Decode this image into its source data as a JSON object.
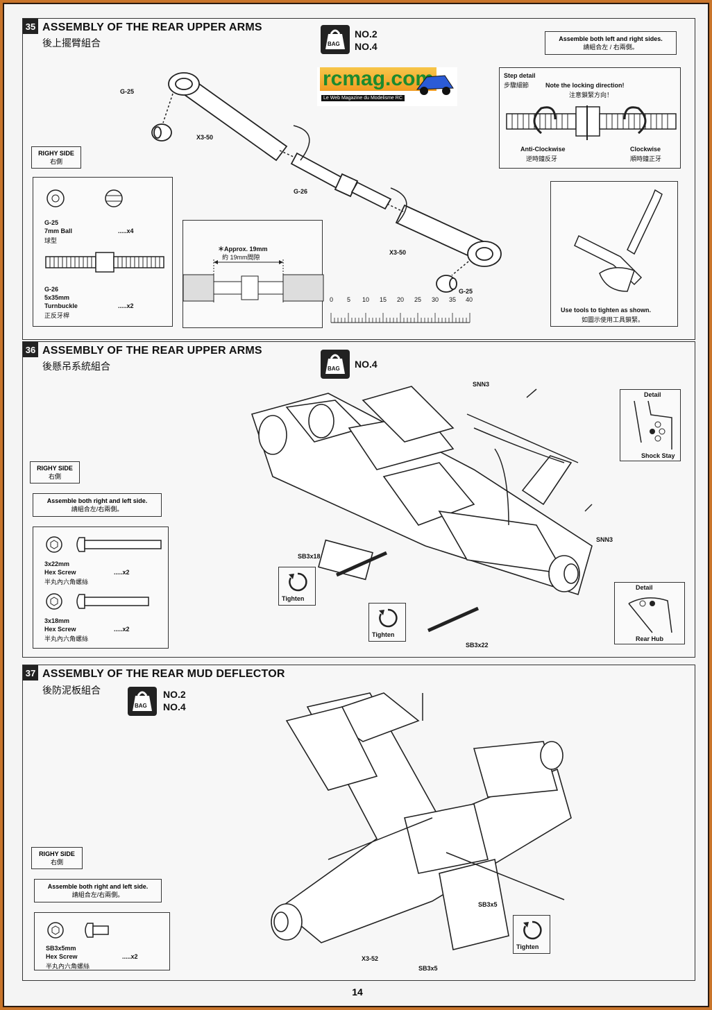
{
  "logo": {
    "brand": "rcmag.com",
    "tagline": "Le Web Magazine du Modelisme RC"
  },
  "page_number": "14",
  "sections": [
    {
      "number": "35",
      "title": "ASSEMBLY OF THE REAR UPPER ARMS",
      "subtitle": "後上擺臂組合",
      "bag_label": "BAG",
      "bags": [
        "NO.2",
        "NO.4"
      ],
      "note": {
        "en": "Assemble both left and right sides.",
        "zh": "請組合左 / 右兩側。"
      },
      "side": {
        "en": "RIGHY SIDE",
        "zh": "右側"
      },
      "parts": [
        {
          "code": "G-25",
          "name": "7mm Ball",
          "zh": "球型",
          "qty": ".....x4"
        },
        {
          "code": "G-26",
          "size": "5x35mm",
          "name": "Turnbuckle",
          "zh": "正反牙桿",
          "qty": ".....x2"
        }
      ],
      "callouts": {
        "g25": "G-25",
        "x350": "X3-50",
        "g26": "G-26",
        "x350b": "X3-50",
        "g25b": "G-25"
      },
      "gap": {
        "en": "＊Approx. 19mm",
        "zh": "約 19mm間隙"
      },
      "ruler_ticks": [
        "0",
        "5",
        "10",
        "15",
        "20",
        "25",
        "30",
        "35",
        "40"
      ],
      "step_detail": {
        "en": "Step detail",
        "zh": "步驟細節",
        "lock_en": "Note the locking direction!",
        "lock_zh": "注意鎖緊方向！",
        "anti_en": "Anti-Clockwise",
        "anti_zh": "逆時鐘反牙",
        "clock_en": "Clockwise",
        "clock_zh": "順時鐘正牙"
      },
      "tools": {
        "en": "Use tools to tighten as shown.",
        "zh": "如圖示使用工具鎖緊。"
      }
    },
    {
      "number": "36",
      "title": "ASSEMBLY OF THE REAR UPPER ARMS",
      "subtitle": "後懸吊系統組合",
      "bag_label": "BAG",
      "bags": [
        "NO.4"
      ],
      "side": {
        "en": "RIGHY SIDE",
        "zh": "右側"
      },
      "note": {
        "en": "Assemble both right and left side.",
        "zh": "請組合左/右兩側。"
      },
      "parts": [
        {
          "size": "3x22mm",
          "name": "Hex Screw",
          "zh": "半丸內六角螺絲",
          "qty": ".....x2"
        },
        {
          "size": "3x18mm",
          "name": "Hex Screw",
          "zh": "半丸內六角螺絲",
          "qty": ".....x2"
        }
      ],
      "callouts": {
        "snn3a": "SNN3",
        "snn3b": "SNN3",
        "sb318": "SB3x18",
        "sb322": "SB3x22"
      },
      "tighten": "Tighten",
      "detail1": {
        "title": "Detail",
        "label": "Shock Stay"
      },
      "detail2": {
        "title": "Detail",
        "label": "Rear Hub"
      }
    },
    {
      "number": "37",
      "title": "ASSEMBLY OF THE REAR MUD DEFLECTOR",
      "subtitle": "後防泥板組合",
      "bag_label": "BAG",
      "bags": [
        "NO.2",
        "NO.4"
      ],
      "side": {
        "en": "RIGHY SIDE",
        "zh": "右側"
      },
      "note": {
        "en": "Assemble both right and left side.",
        "zh": "請組合左/右兩側。"
      },
      "parts": [
        {
          "size": "SB3x5mm",
          "name": "Hex Screw",
          "zh": "半丸內六角螺絲",
          "qty": ".....x2"
        }
      ],
      "callouts": {
        "sb35a": "SB3x5",
        "sb35b": "SB3x5",
        "x352": "X3-52"
      },
      "tighten": "Tighten"
    }
  ]
}
